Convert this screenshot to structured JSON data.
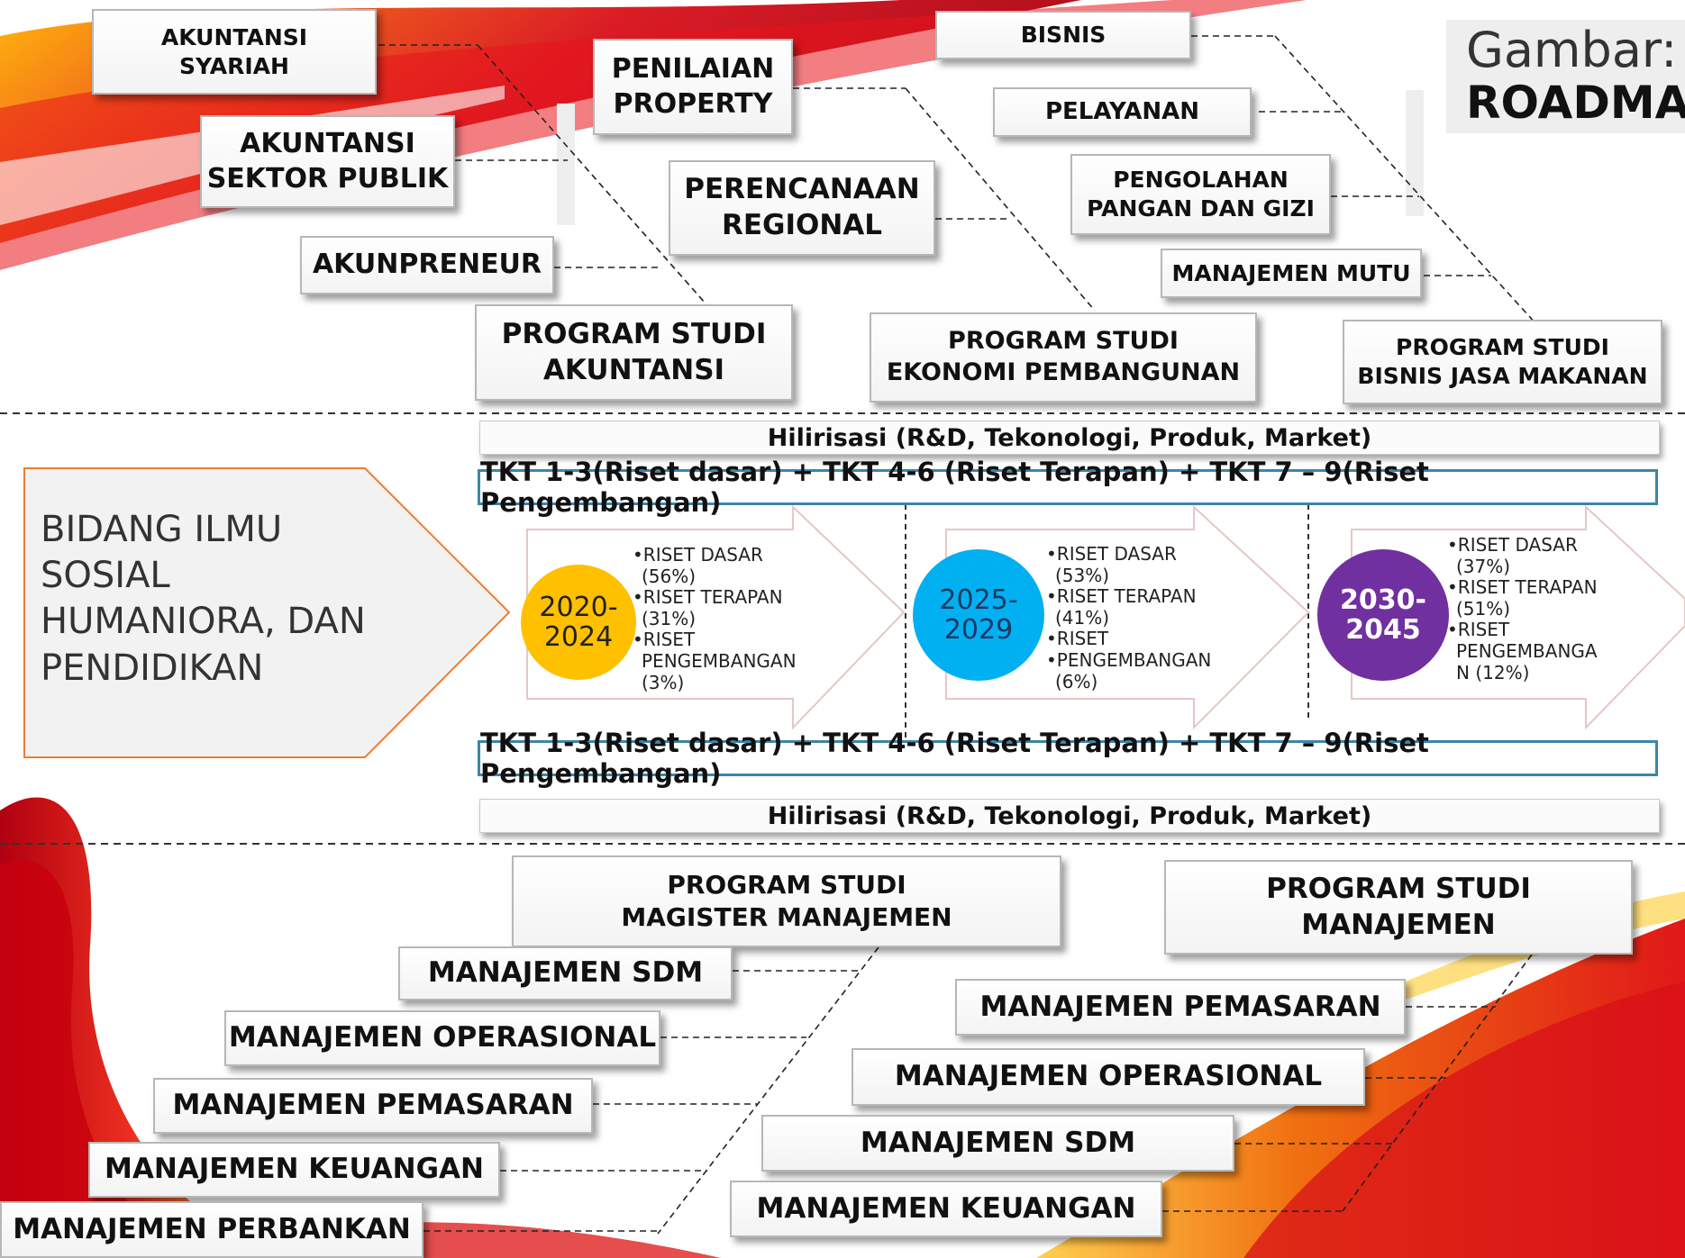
{
  "title": {
    "line1": "Gambar:",
    "line2": "ROADMA"
  },
  "top_programs": {
    "akuntansi": {
      "program": "PROGRAM STUDI\nAKUNTANSI",
      "topics": [
        "AKUNTANSI\nSYARIAH",
        "AKUNTANSI\nSEKTOR PUBLIK",
        "AKUNPRENEUR"
      ]
    },
    "ekonomi_pembangunan": {
      "program": "PROGRAM STUDI\nEKONOMI PEMBANGUNAN",
      "topics": [
        "PENILAIAN\nPROPERTY",
        "PERENCANAAN\nREGIONAL"
      ]
    },
    "bisnis_jasa_makanan": {
      "program": "PROGRAM STUDI\nBISNIS JASA  MAKANAN",
      "topics": [
        "BISNIS",
        "PELAYANAN",
        "PENGOLAHAN\nPANGAN DAN GIZI",
        "MANAJEMEN MUTU"
      ]
    }
  },
  "hilirisasi": "Hilirisasi (R&D, Tekonologi, Produk, Market)",
  "tkt": "TKT 1-3(Riset dasar) + TKT  4-6 (Riset Terapan)   + TKT 7 – 9(Riset Pengembangan)",
  "field": "BIDANG ILMU\nSOSIAL\nHUMANIORA, DAN\nPENDIDIKAN",
  "phases": [
    {
      "period": "2020-\n2024",
      "color": "#ffc000",
      "items": [
        "RISET DASAR  (56%)",
        "RISET TERAPAN\n(31%)",
        "RISET\nPENGEMBANGAN\n(3%)"
      ]
    },
    {
      "period": "2025-\n2029",
      "color": "#00b0f0",
      "items": [
        "RISET DASAR  (53%)",
        "RISET TERAPAN\n(41%)",
        "RISET",
        "PENGEMBANGAN\n(6%)"
      ]
    },
    {
      "period": "2030-\n2045",
      "color": "#7030a0",
      "items": [
        "RISET DASAR\n(37%)",
        "RISET TERAPAN\n(51%)",
        "RISET\nPENGEMBANGA\nN (12%)"
      ]
    }
  ],
  "bottom_programs": {
    "magister_manajemen": {
      "program": "PROGRAM STUDI\nMAGISTER MANAJEMEN",
      "topics": [
        "MANAJEMEN SDM",
        "MANAJEMEN OPERASIONAL",
        "MANAJEMEN PEMASARAN",
        "MANAJEMEN KEUANGAN",
        "MANAJEMEN PERBANKAN"
      ]
    },
    "manajemen": {
      "program": "PROGRAM STUDI\nMANAJEMEN",
      "topics": [
        "MANAJEMEN PEMASARAN",
        "MANAJEMEN OPERASIONAL",
        "MANAJEMEN SDM",
        "MANAJEMEN KEUANGAN"
      ]
    }
  }
}
